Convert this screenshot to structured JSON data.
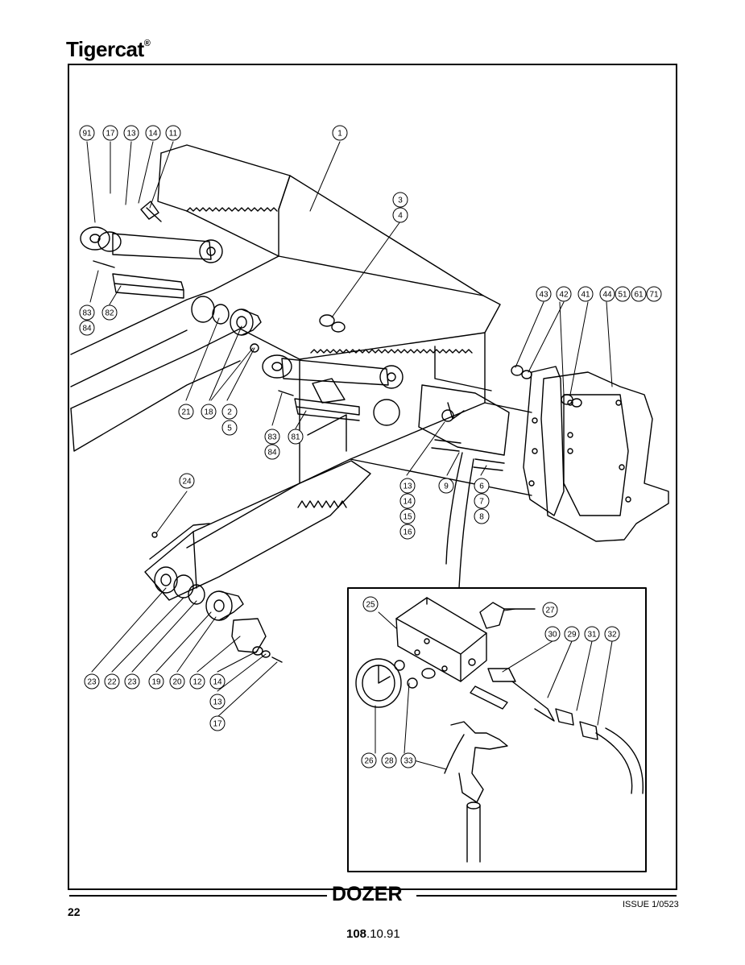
{
  "brand": {
    "name": "Tigercat",
    "mark": "®"
  },
  "footer": {
    "title": "DOZER",
    "page_number": "22",
    "issue": "ISSUE 1/0523",
    "doc_number_bold": "108",
    "doc_number_rest": ".10.91"
  },
  "callouts": [
    {
      "id": "c91",
      "label": "91"
    },
    {
      "id": "c17a",
      "label": "17"
    },
    {
      "id": "c13a",
      "label": "13"
    },
    {
      "id": "c14a",
      "label": "14"
    },
    {
      "id": "c11",
      "label": "11"
    },
    {
      "id": "c1",
      "label": "1"
    },
    {
      "id": "c3",
      "label": "3"
    },
    {
      "id": "c4",
      "label": "4"
    },
    {
      "id": "c83a",
      "label": "83"
    },
    {
      "id": "c84a",
      "label": "84"
    },
    {
      "id": "c82",
      "label": "82"
    },
    {
      "id": "c43",
      "label": "43"
    },
    {
      "id": "c42",
      "label": "42"
    },
    {
      "id": "c41",
      "label": "41"
    },
    {
      "id": "c44",
      "label": "44"
    },
    {
      "id": "c51",
      "label": "51"
    },
    {
      "id": "c61",
      "label": "61"
    },
    {
      "id": "c71",
      "label": "71"
    },
    {
      "id": "c21",
      "label": "21"
    },
    {
      "id": "c18",
      "label": "18"
    },
    {
      "id": "c2",
      "label": "2"
    },
    {
      "id": "c5",
      "label": "5"
    },
    {
      "id": "c83b",
      "label": "83"
    },
    {
      "id": "c84b",
      "label": "84"
    },
    {
      "id": "c81",
      "label": "81"
    },
    {
      "id": "c13b",
      "label": "13"
    },
    {
      "id": "c14b",
      "label": "14"
    },
    {
      "id": "c15",
      "label": "15"
    },
    {
      "id": "c16",
      "label": "16"
    },
    {
      "id": "c9",
      "label": "9"
    },
    {
      "id": "c6",
      "label": "6"
    },
    {
      "id": "c7",
      "label": "7"
    },
    {
      "id": "c8",
      "label": "8"
    },
    {
      "id": "c24",
      "label": "24"
    },
    {
      "id": "c23a",
      "label": "23"
    },
    {
      "id": "c22",
      "label": "22"
    },
    {
      "id": "c23b",
      "label": "23"
    },
    {
      "id": "c19",
      "label": "19"
    },
    {
      "id": "c20",
      "label": "20"
    },
    {
      "id": "c12",
      "label": "12"
    },
    {
      "id": "c14c",
      "label": "14"
    },
    {
      "id": "c13c",
      "label": "13"
    },
    {
      "id": "c17b",
      "label": "17"
    },
    {
      "id": "c25",
      "label": "25"
    },
    {
      "id": "c27",
      "label": "27"
    },
    {
      "id": "c30",
      "label": "30"
    },
    {
      "id": "c29",
      "label": "29"
    },
    {
      "id": "c31",
      "label": "31"
    },
    {
      "id": "c32",
      "label": "32"
    },
    {
      "id": "c26",
      "label": "26"
    },
    {
      "id": "c28",
      "label": "28"
    },
    {
      "id": "c33",
      "label": "33"
    }
  ]
}
